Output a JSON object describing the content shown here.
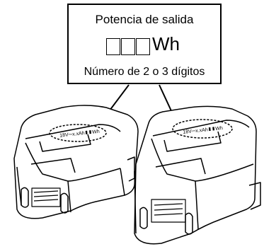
{
  "callout": {
    "title": "Potencia de salida",
    "unit": "Wh",
    "note": "Número de 2 o 3 dígitos",
    "digit_boxes": 3
  },
  "batteries": {
    "left_label": "18V⎓x.xAh▮▮Wh",
    "right_label": "18V⎓x.xAh▮▮Wh"
  },
  "colors": {
    "stroke": "#000000",
    "fill": "#ffffff"
  }
}
